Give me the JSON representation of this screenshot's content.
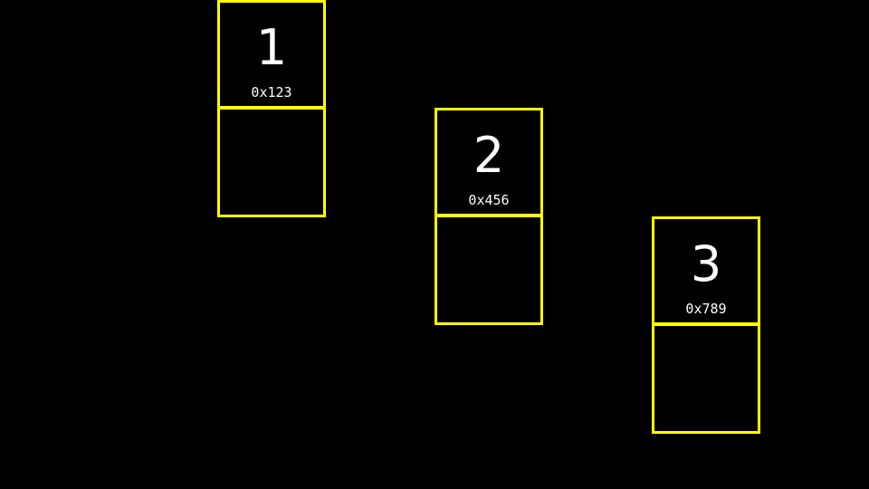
{
  "colors": {
    "background": "#000000",
    "outline": "#ffff00",
    "text": "#ffffff"
  },
  "nodes": [
    {
      "value": "1",
      "address": "0x123"
    },
    {
      "value": "2",
      "address": "0x456"
    },
    {
      "value": "3",
      "address": "0x789"
    }
  ]
}
